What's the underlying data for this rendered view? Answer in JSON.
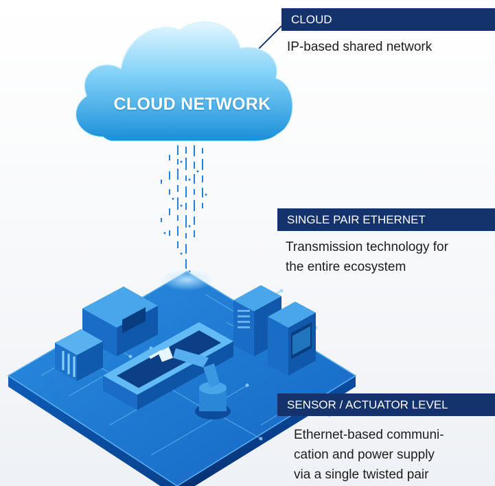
{
  "cloud": {
    "label": "CLOUD NETWORK"
  },
  "callouts": {
    "cloud": {
      "tag": "CLOUD",
      "desc": "IP-based shared network"
    },
    "spe": {
      "tag": "SINGLE PAIR ETHERNET",
      "desc_line1": "Transmission technology for",
      "desc_line2": "the entire ecosystem"
    },
    "sensor": {
      "tag": "SENSOR / ACTUATOR LEVEL",
      "desc_line1": "Ethernet-based communi-",
      "desc_line2": "cation and power supply",
      "desc_line3": "via a single twisted pair"
    }
  },
  "colors": {
    "tag_background": "#14326b",
    "cloud_light": "#cdeefe",
    "cloud_dark": "#1e8fd8",
    "platform_top": "#1f7fd4",
    "platform_side": "#0a4fa6"
  },
  "icons": [
    "cloud-icon",
    "data-stream",
    "factory-platform",
    "robot-arm"
  ]
}
